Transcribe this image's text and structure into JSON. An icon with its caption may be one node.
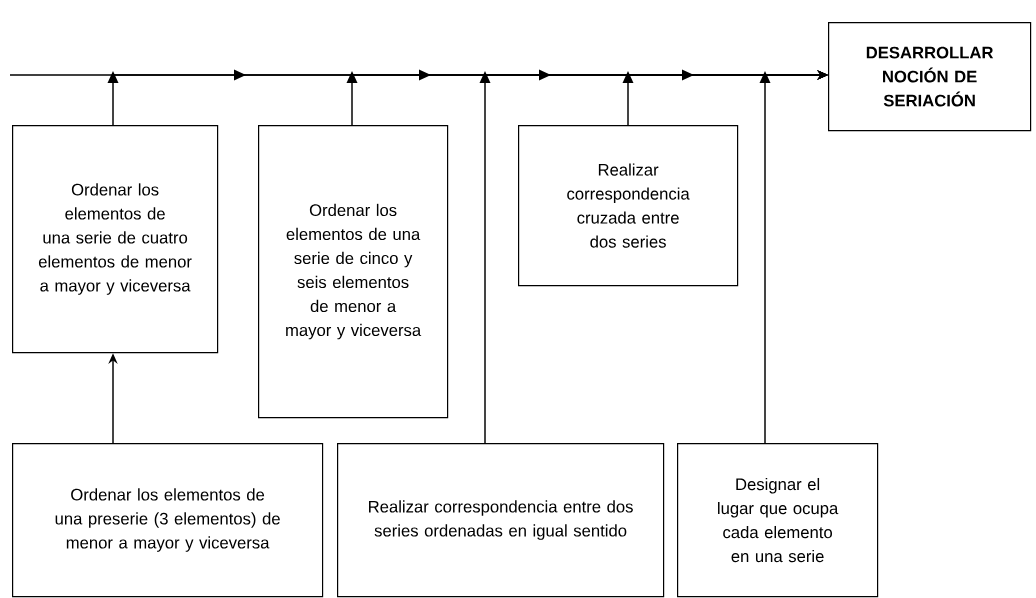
{
  "diagram": {
    "nodes": [
      {
        "text": [
          "DESARROLLAR NOCIÓN DE SERIACIÓN"
        ]
      },
      {
        "text": [
          "Ordenar los elementos de una serie de cuatro elementos de menor a mayor y viceversa"
        ]
      },
      {
        "text": [
          "Ordenar los elementos de una serie de cinco y seis elementos de menor a mayor y viceversa"
        ]
      },
      {
        "text": [
          "Realizar correspondencia cruzada entre dos series"
        ]
      },
      {
        "text": [
          "Ordenar los elementos de una preserie (3 elementos) de menor a mayor y viceversa"
        ]
      },
      {
        "text": [
          "Realizar correspondencia entre dos series ordenadas en igual sentido"
        ]
      },
      {
        "text": [
          "Designar el lugar que ocupa cada elemento en una serie"
        ]
      }
    ],
    "edges": [
      {
        "from": null,
        "to": 0,
        "arrow": "to"
      },
      {
        "from": 1,
        "to": 0,
        "arrow": "to"
      },
      {
        "from": 2,
        "to": 0,
        "arrow": "to"
      },
      {
        "from": 5,
        "to": 0,
        "arrow": "to"
      },
      {
        "from": 3,
        "to": 0,
        "arrow": "to"
      },
      {
        "from": 6,
        "to": 0,
        "arrow": "to"
      },
      {
        "from": 4,
        "to": 1,
        "arrow": "to"
      }
    ]
  }
}
